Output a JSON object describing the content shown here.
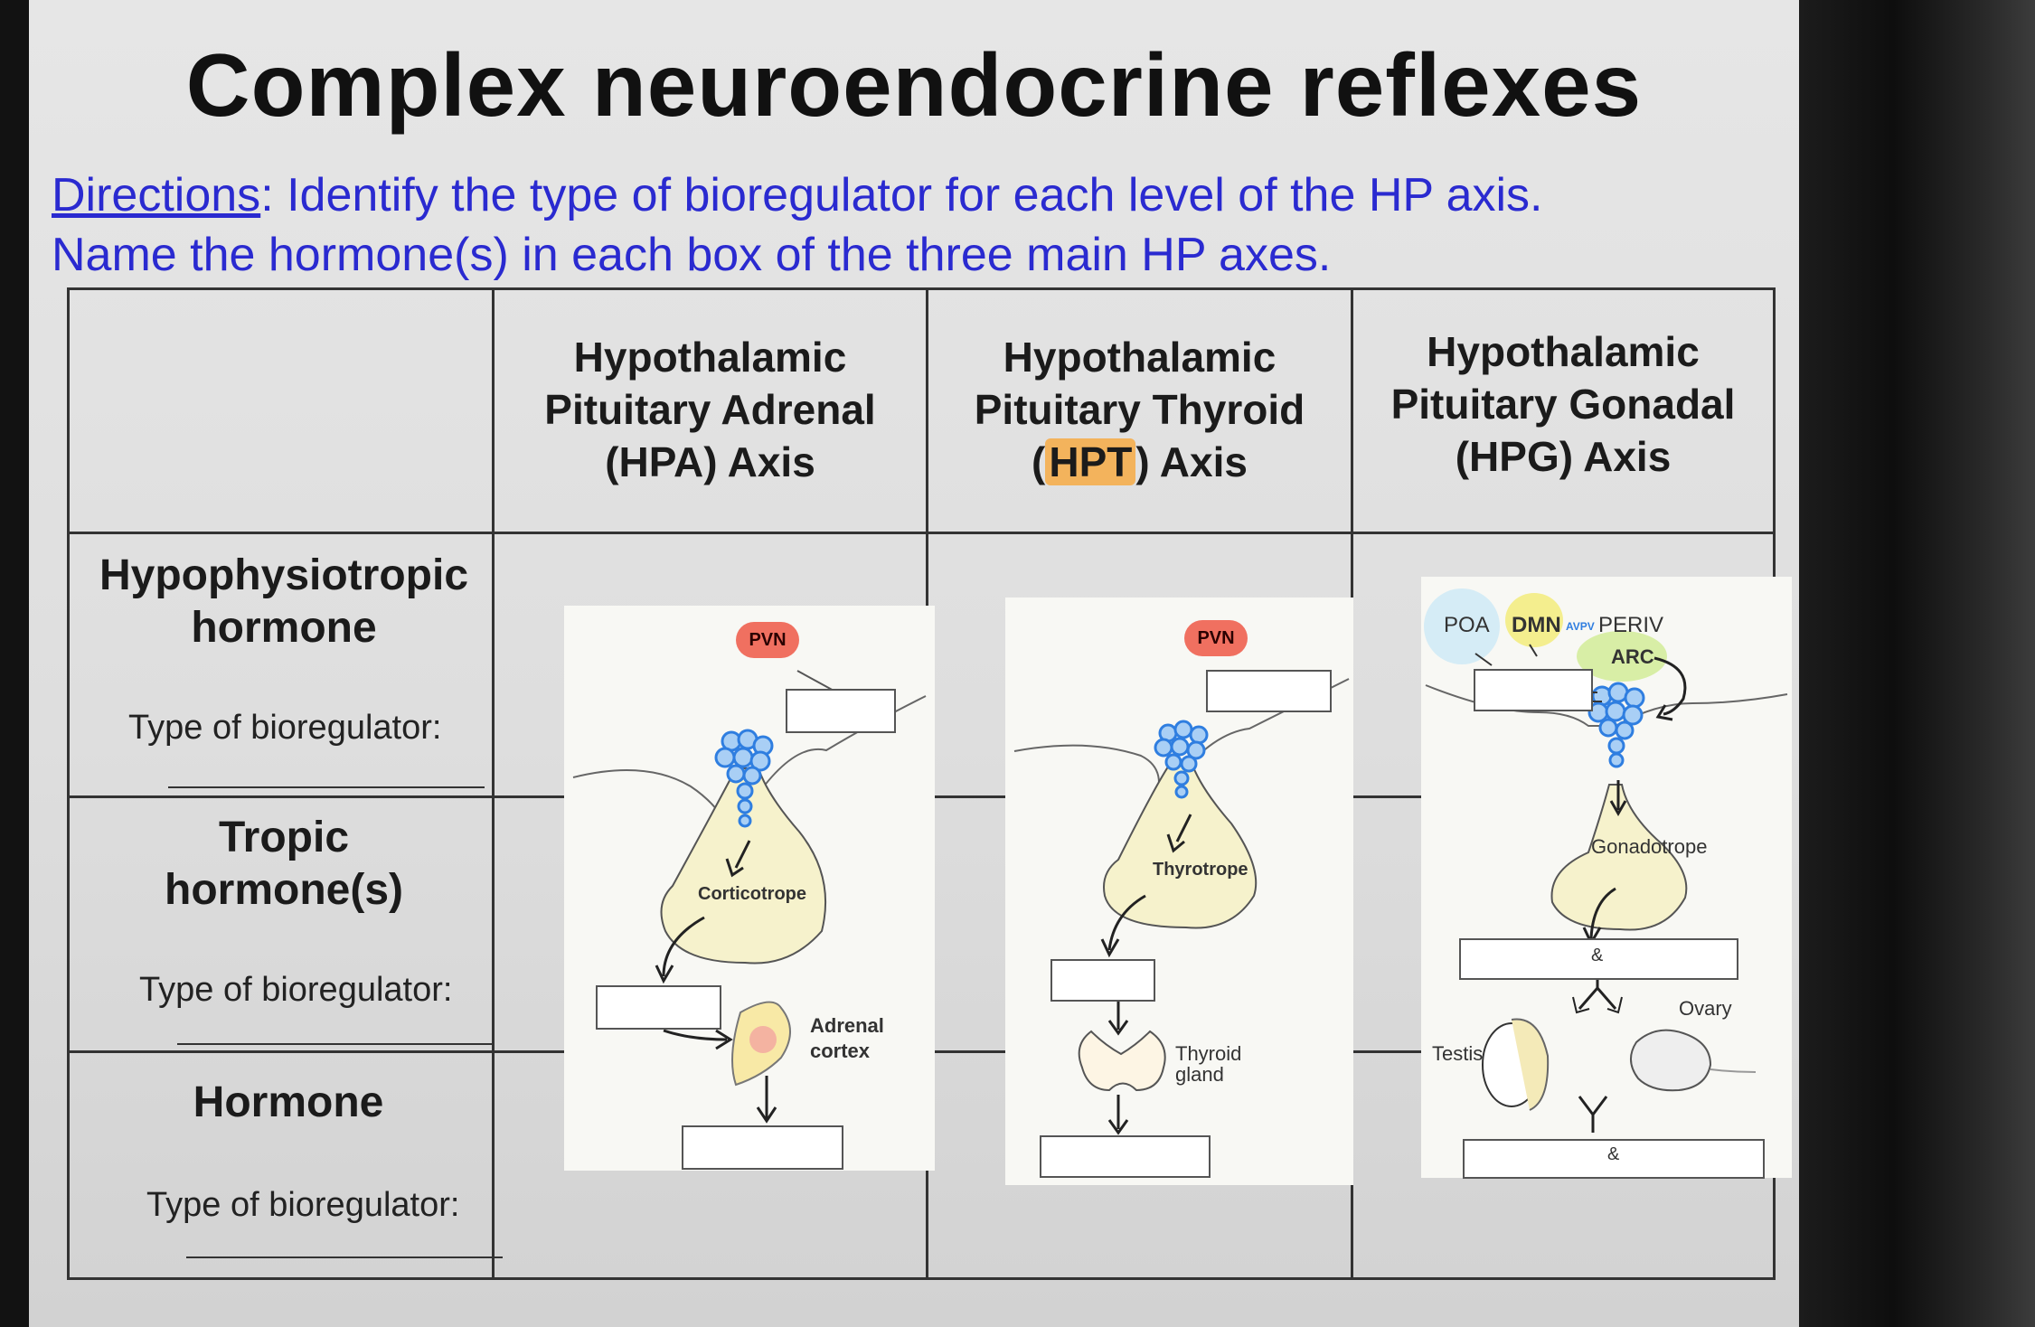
{
  "slide": {
    "title": "Complex neuroendocrine reflexes",
    "directions_label": "Directions",
    "directions_line1": ": Identify the type of bioregulator for each level of the HP axis.",
    "directions_line2": "Name the hormone(s) in each box of the three main HP axes."
  },
  "table": {
    "columns": [
      {
        "line1": "Hypothalamic",
        "line2": "Pituitary Adrenal",
        "line3": "(HPA) Axis"
      },
      {
        "line1": "Hypothalamic",
        "line2": "Pituitary Thyroid",
        "line3_hl": "HPT",
        "line3_open": "(",
        "line3_close": ") Axis"
      },
      {
        "line1": "Hypothalamic",
        "line2": "Pituitary Gonadal",
        "line3": "(HPG) Axis"
      }
    ],
    "rows": [
      {
        "line1": "Hypophysiotropic",
        "line2": "hormone",
        "type_label": "Type of bioregulator:"
      },
      {
        "line1": "Tropic",
        "line2": "hormone(s)",
        "type_label": "Type of bioregulator:"
      },
      {
        "line1": "Hormone",
        "type_label": "Type of bioregulator:"
      }
    ]
  },
  "hpa": {
    "pvn": "PVN",
    "cell": "Corticotrope",
    "target_line1": "Adrenal",
    "target_line2": "cortex"
  },
  "hpt": {
    "pvn": "PVN",
    "cell": "Thyrotrope",
    "target_line1": "Thyroid",
    "target_line2": "gland"
  },
  "hpg": {
    "poa": "POA",
    "dmn": "DMN",
    "avpv": "AVPV",
    "periv": "PERIV",
    "arc": "ARC",
    "cell": "Gonadotrope",
    "amp": "&",
    "testis": "Testis",
    "ovary": "Ovary"
  },
  "colors": {
    "text_blue": "#2a2ad0",
    "highlight": "#f3b35c",
    "pvn_red": "#f07060",
    "vessel_blue": "#3a8ee6",
    "pituitary": "#f6f2cc"
  }
}
